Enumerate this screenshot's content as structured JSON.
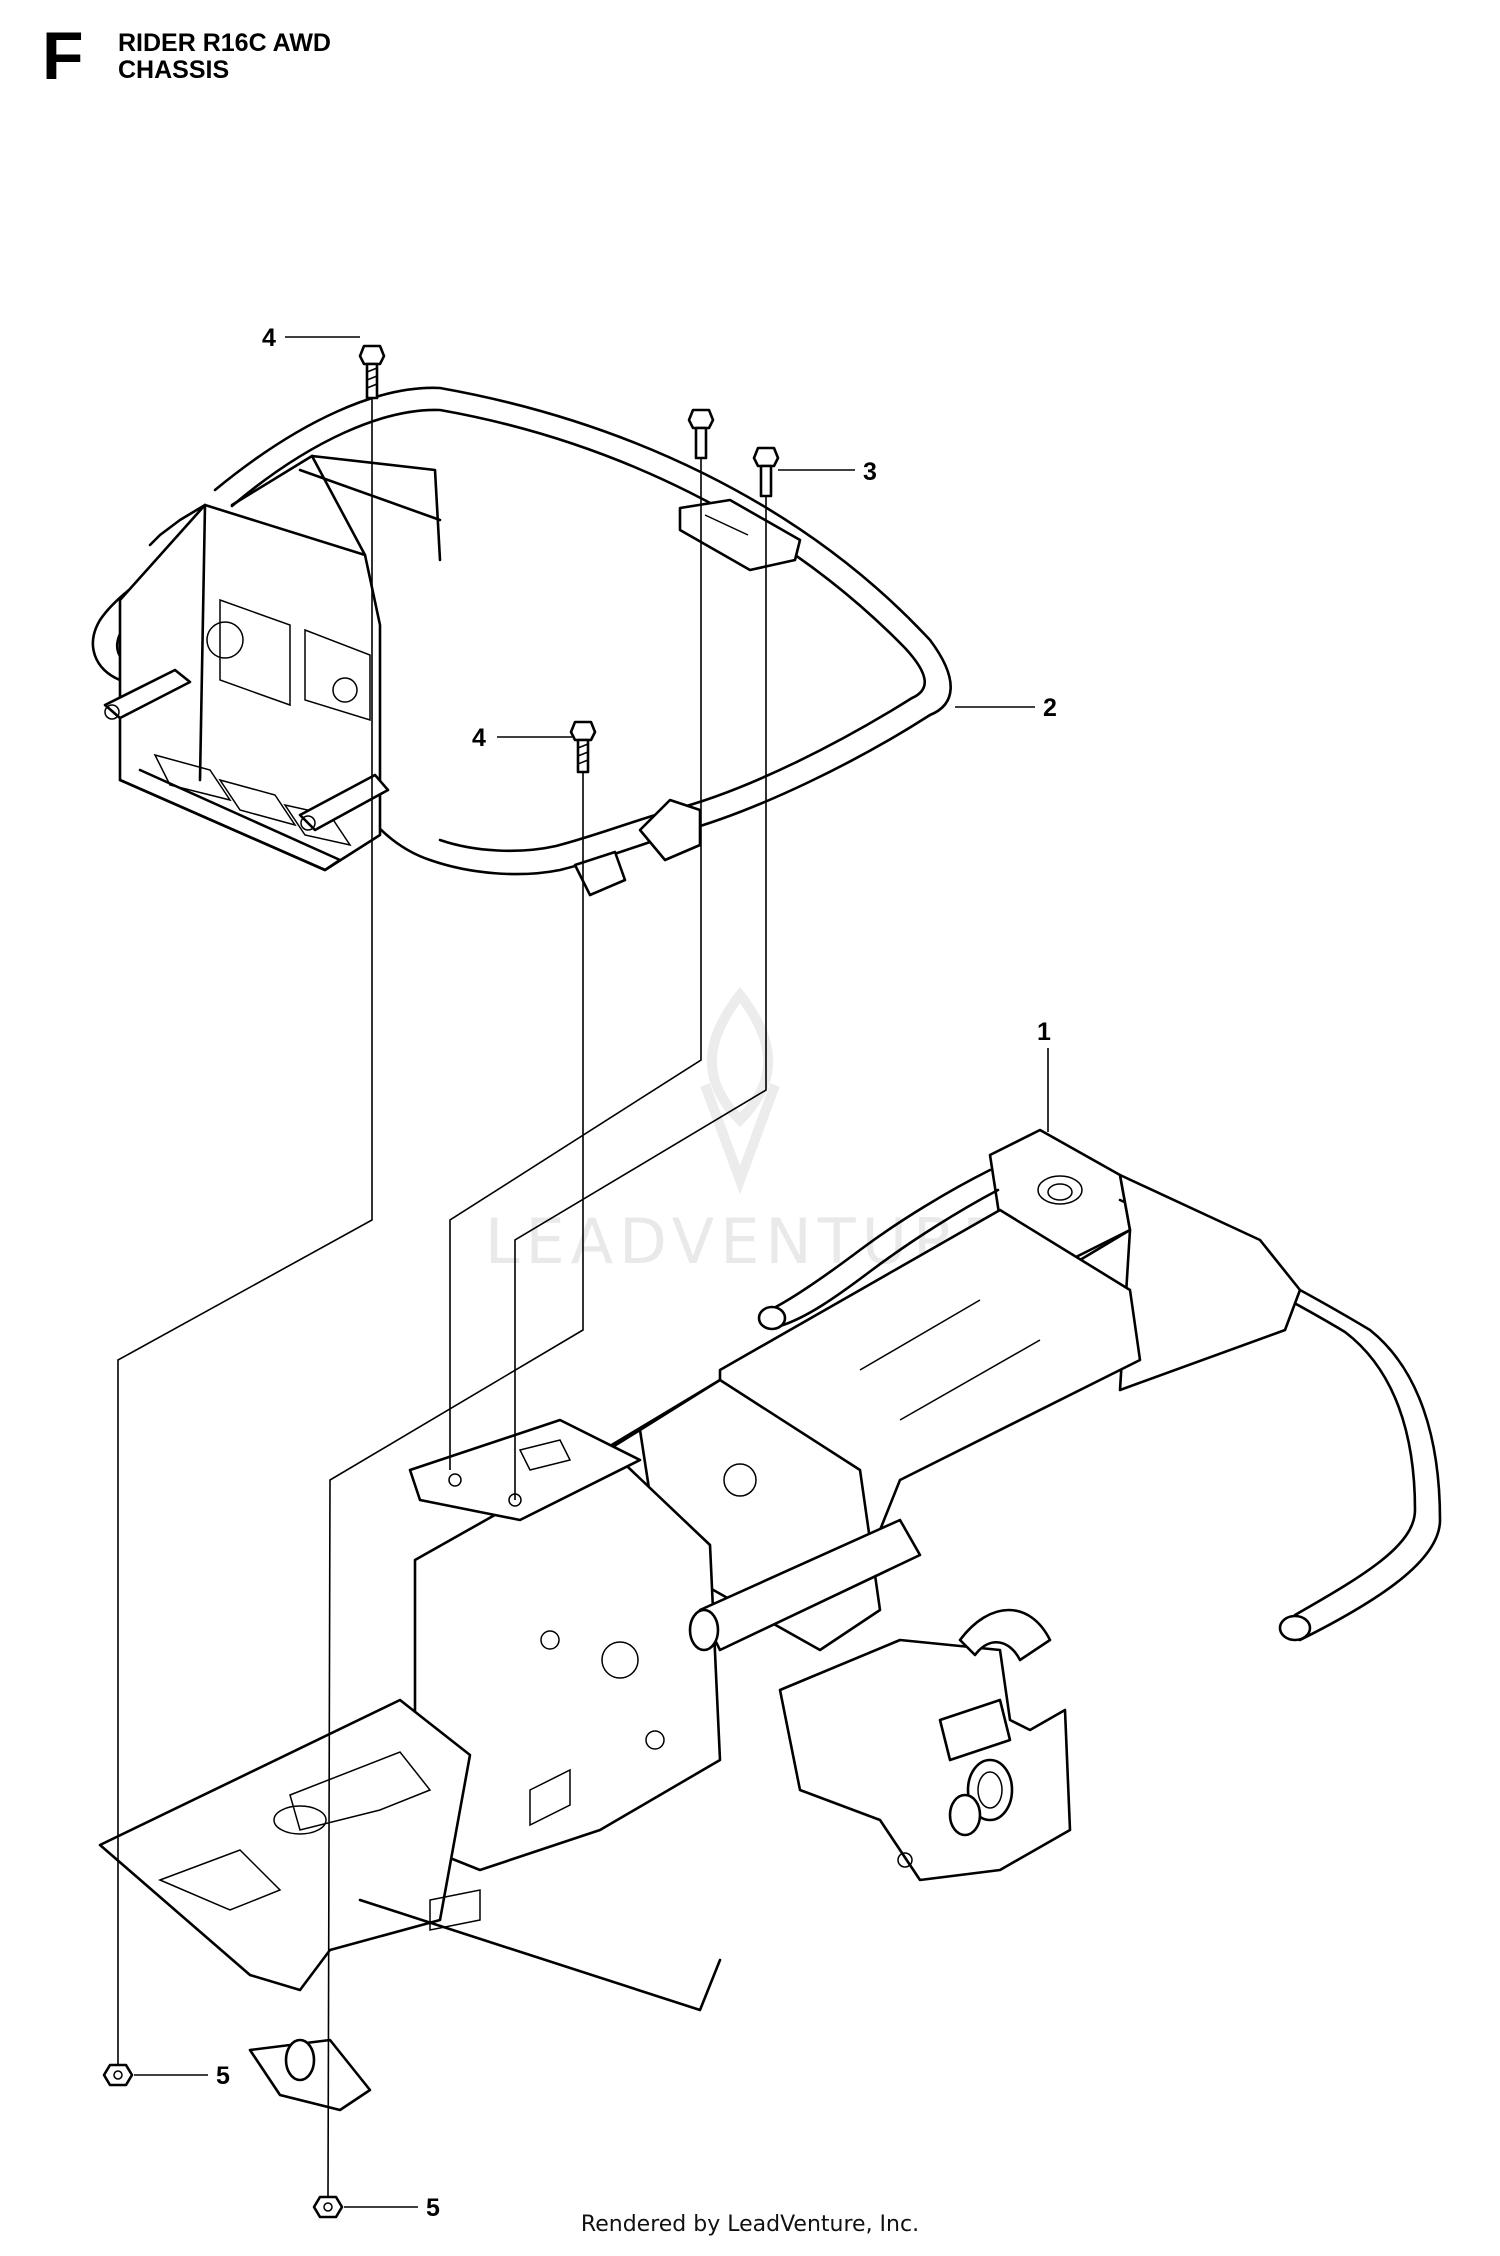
{
  "header": {
    "section_letter": "F",
    "model": "RIDER R16C AWD",
    "assembly": "CHASSIS"
  },
  "callouts": [
    {
      "id": "1",
      "label": "1"
    },
    {
      "id": "2",
      "label": "2"
    },
    {
      "id": "3",
      "label": "3"
    },
    {
      "id": "4a",
      "label": "4"
    },
    {
      "id": "4b",
      "label": "4"
    },
    {
      "id": "5a",
      "label": "5"
    },
    {
      "id": "5b",
      "label": "5"
    }
  ],
  "watermark": "LEADVENTURE",
  "footer": "Rendered by LeadVenture, Inc.",
  "colors": {
    "ink": "#000000",
    "background": "#ffffff",
    "watermark": "#e9e9e9"
  }
}
